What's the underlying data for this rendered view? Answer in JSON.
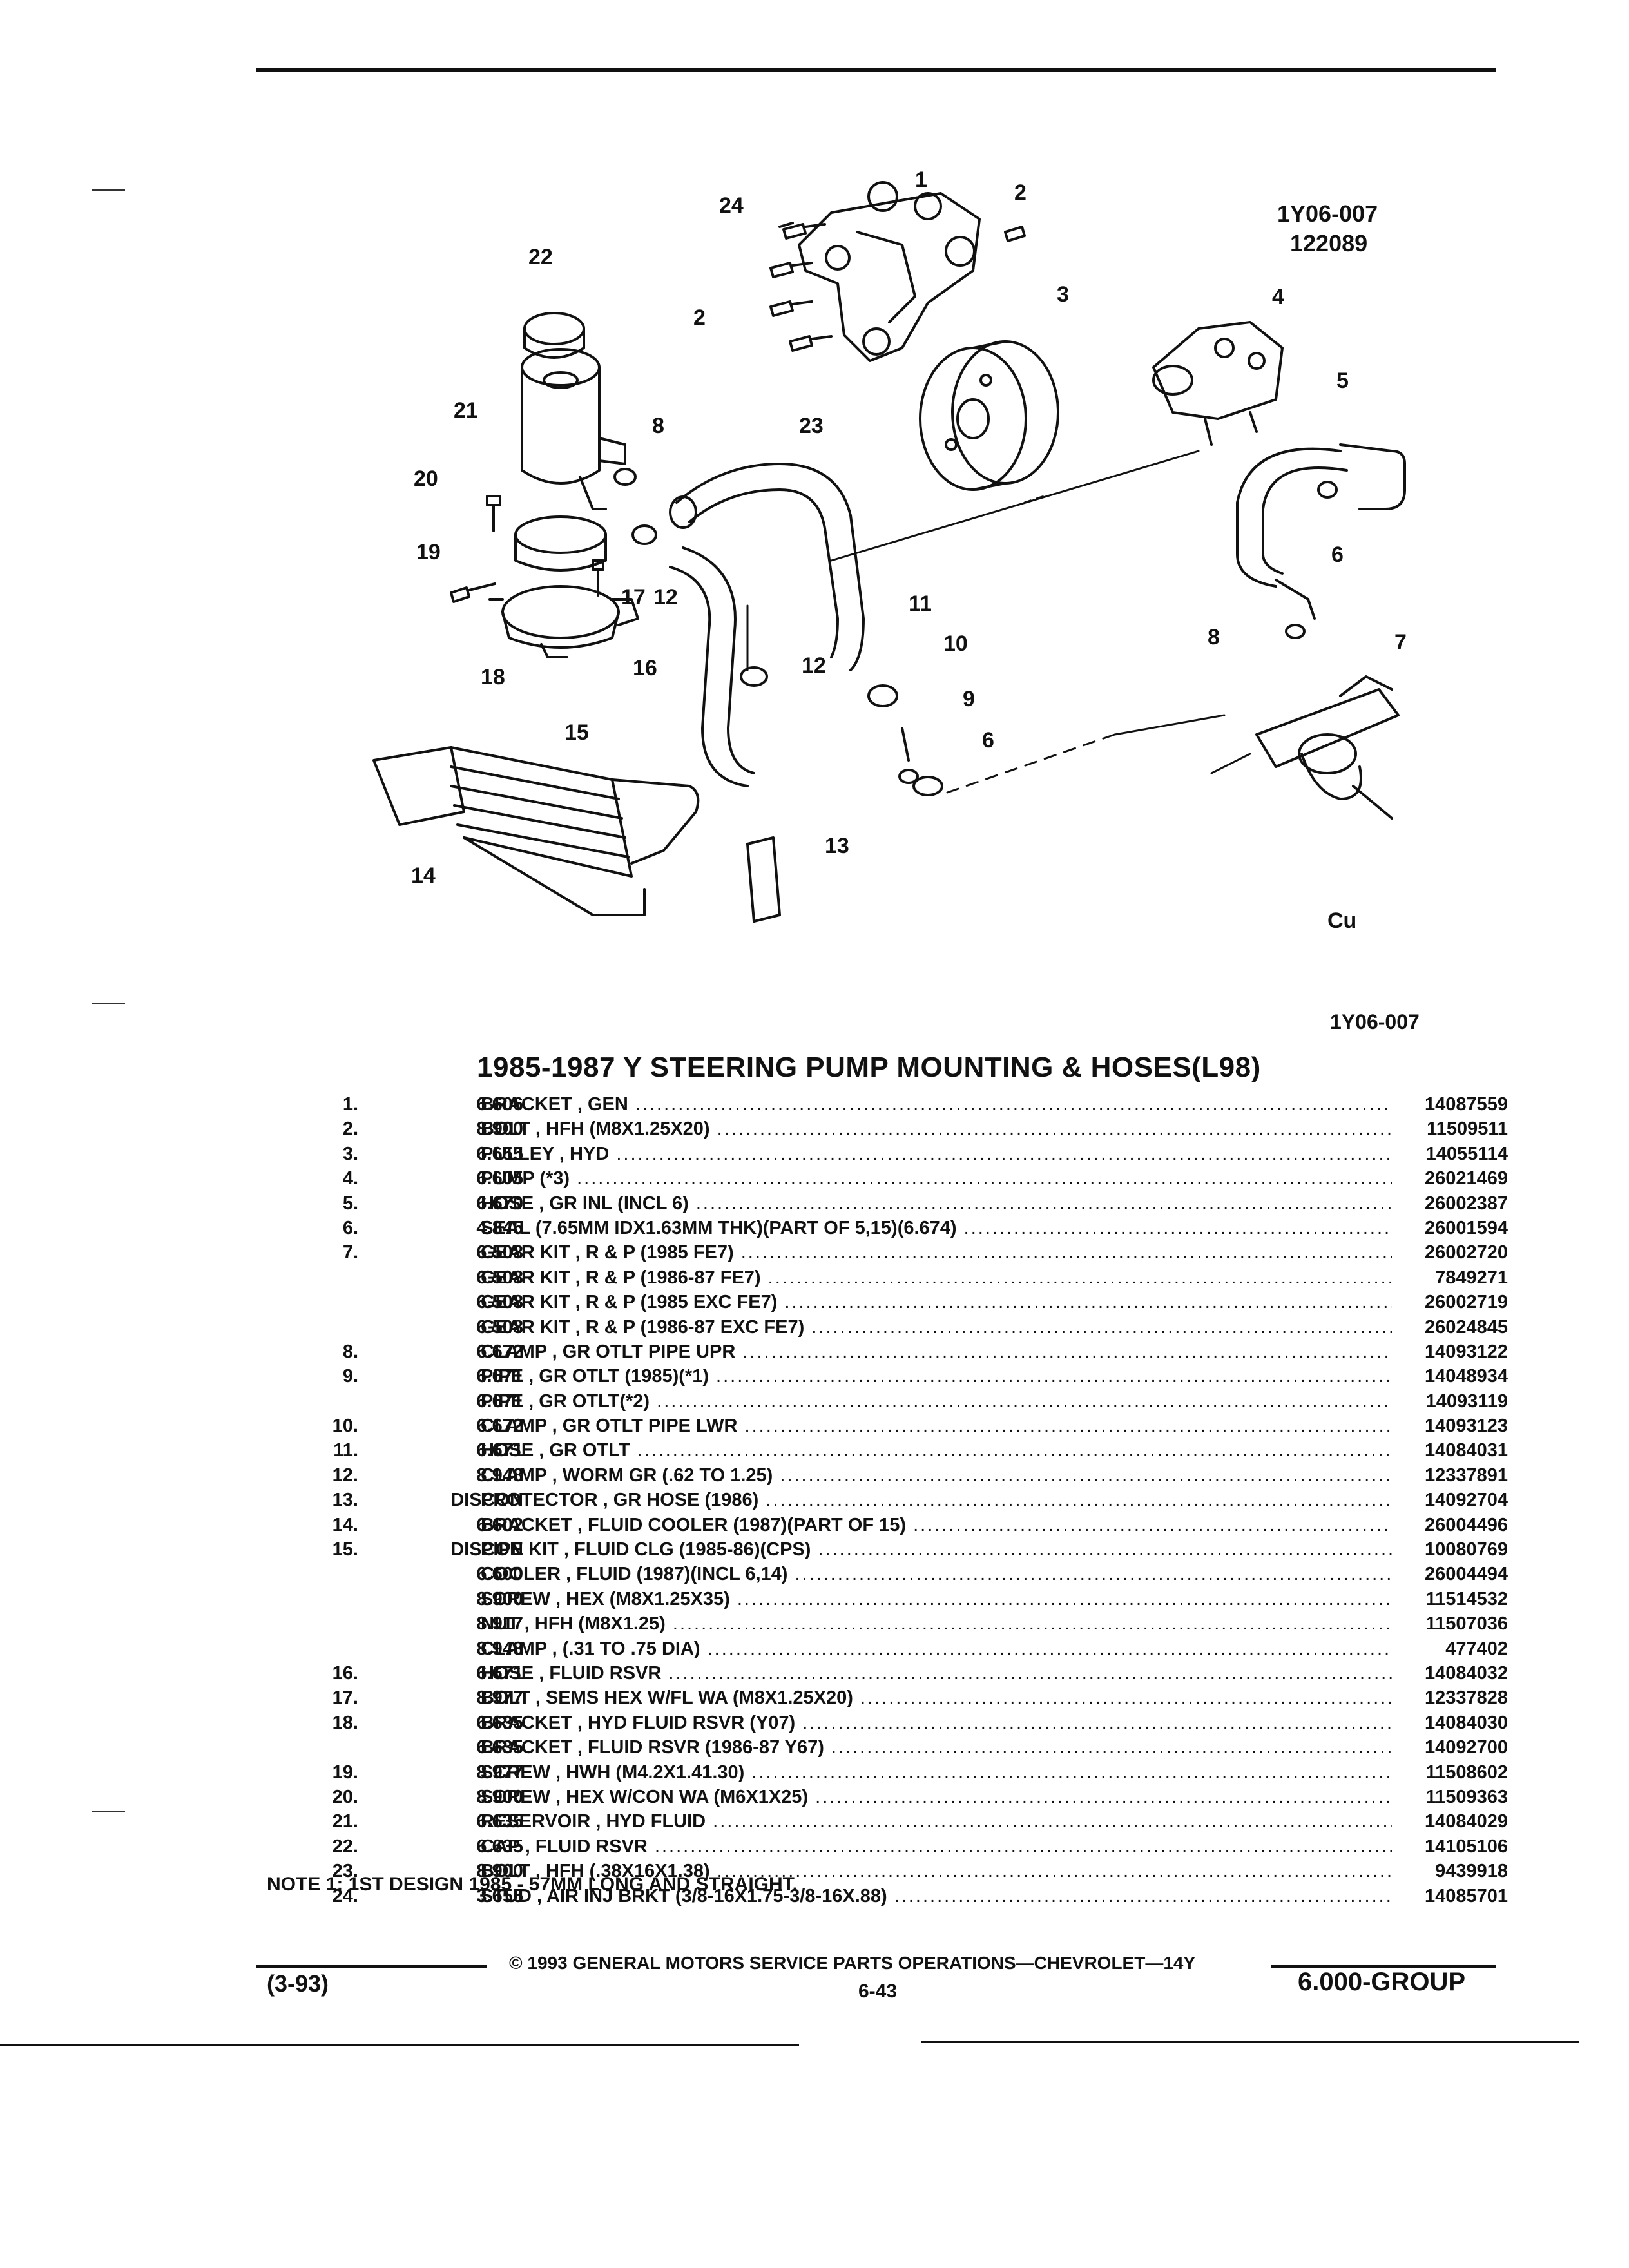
{
  "header": {
    "figure_code": "1Y06-007",
    "figure_number": "122089"
  },
  "diagram": {
    "callouts": [
      "1",
      "2",
      "2",
      "24",
      "22",
      "3",
      "4",
      "21",
      "8",
      "23",
      "5",
      "20",
      "19",
      "17",
      "12",
      "18",
      "16",
      "11",
      "10",
      "12",
      "6",
      "8",
      "7",
      "9",
      "6",
      "15",
      "13",
      "14"
    ],
    "trademark": "Cu"
  },
  "figure_label": "1Y06-007",
  "title": "1985-1987 Y STEERING PUMP MOUNTING & HOSES(L98)",
  "parts": [
    {
      "item": "1.",
      "group": "6.606",
      "desc": "BRACKET , GEN",
      "pn": "14087559"
    },
    {
      "item": "2.",
      "group": "8.900",
      "desc": "BOLT , HFH (M8X1.25X20)",
      "pn": "11509511"
    },
    {
      "item": "3.",
      "group": "6.655",
      "desc": "PULLEY , HYD",
      "pn": "14055114"
    },
    {
      "item": "4.",
      "group": "6.605",
      "desc": "PUMP (*3)",
      "pn": "26021469"
    },
    {
      "item": "5.",
      "group": "6.670",
      "desc": "HOSE , GR INL (INCL 6)",
      "pn": "26002387"
    },
    {
      "item": "6.",
      "group": "4.845",
      "desc": "SEAL (7.65MM IDX1.63MM THK)(PART OF 5,15)(6.674)",
      "pn": "26001594"
    },
    {
      "item": "7.",
      "group": "6.508",
      "desc": "GEAR KIT , R & P (1985 FE7)",
      "pn": "26002720"
    },
    {
      "item": "",
      "group": "6.508",
      "desc": "GEAR KIT , R & P (1986-87 FE7)",
      "pn": "7849271"
    },
    {
      "item": "",
      "group": "6.508",
      "desc": "GEAR KIT , R & P (1985 EXC FE7)",
      "pn": "26002719"
    },
    {
      "item": "",
      "group": "6.508",
      "desc": "GEAR KIT , R & P (1986-87 EXC FE7)",
      "pn": "26024845"
    },
    {
      "item": "8.",
      "group": "6.672",
      "desc": "CLAMP , GR OTLT PIPE UPR",
      "pn": "14093122"
    },
    {
      "item": "9.",
      "group": "6.671",
      "desc": "PIPE , GR OTLT (1985)(*1)",
      "pn": "14048934"
    },
    {
      "item": "",
      "group": "6.671",
      "desc": "PIPE , GR OTLT(*2)",
      "pn": "14093119"
    },
    {
      "item": "10.",
      "group": "6.672",
      "desc": "CLAMP , GR OTLT PIPE LWR",
      "pn": "14093123"
    },
    {
      "item": "11.",
      "group": "6.671",
      "desc": "HOSE , GR OTLT",
      "pn": "14084031"
    },
    {
      "item": "12.",
      "group": "8.948",
      "desc": "CLAMP , WORM GR (.62 TO 1.25)",
      "pn": "12337891"
    },
    {
      "item": "13.",
      "group": "DISCON",
      "desc": "PROTECTOR , GR HOSE (1986)",
      "pn": "14092704"
    },
    {
      "item": "14.",
      "group": "6.602",
      "desc": "BRACKET , FLUID COOLER (1987)(PART OF 15)",
      "pn": "26004496"
    },
    {
      "item": "15.",
      "group": "DISCON",
      "desc": "PIPE KIT , FLUID CLG (1985-86)(CPS)",
      "pn": "10080769"
    },
    {
      "item": "",
      "group": "6.600",
      "desc": "COOLER , FLUID (1987)(INCL 6,14)",
      "pn": "26004494"
    },
    {
      "item": "",
      "group": "8.900",
      "desc": "SCREW , HEX (M8X1.25X35)",
      "pn": "11514532"
    },
    {
      "item": "",
      "group": "8.917",
      "desc": "NUT , HFH (M8X1.25)",
      "pn": "11507036"
    },
    {
      "item": "",
      "group": "8.948",
      "desc": "CLAMP , (.31 TO .75 DIA)",
      "pn": "477402"
    },
    {
      "item": "16.",
      "group": "6.671",
      "desc": "HOSE , FLUID RSVR",
      "pn": "14084032"
    },
    {
      "item": "17.",
      "group": "8.977",
      "desc": "BOLT , SEMS HEX W/FL WA (M8X1.25X20)",
      "pn": "12337828"
    },
    {
      "item": "18.",
      "group": "6.635",
      "desc": "BRACKET , HYD FLUID RSVR (Y07)",
      "pn": "14084030"
    },
    {
      "item": "",
      "group": "6.635",
      "desc": "BRACKET , FLUID RSVR (1986-87 Y67)",
      "pn": "14092700"
    },
    {
      "item": "19.",
      "group": "8.977",
      "desc": "SCREW , HWH (M4.2X1.41.30)",
      "pn": "11508602"
    },
    {
      "item": "20.",
      "group": "8.900",
      "desc": "SCREW , HEX W/CON WA (M6X1X25)",
      "pn": "11509363"
    },
    {
      "item": "21.",
      "group": "6.635",
      "desc": "RESERVOIR , HYD FLUID",
      "pn": "14084029"
    },
    {
      "item": "22.",
      "group": "6.635",
      "desc": "CAP , FLUID RSVR",
      "pn": "14105106"
    },
    {
      "item": "23.",
      "group": "8.900",
      "desc": "BOLT , HFH (.38X16X1.38)",
      "pn": "9439918"
    },
    {
      "item": "24.",
      "group": "3.655",
      "desc": "STUD , AIR INJ BRKT (3/8-16X1.75-3/8-16X.88)",
      "pn": "14085701"
    }
  ],
  "note": "NOTE  1:  1ST DESIGN 1985 - 57MM LONG AND STRAIGHT.",
  "footer": {
    "copyright": "© 1993 GENERAL MOTORS SERVICE PARTS OPERATIONS—CHEVROLET—14Y",
    "date": "(3-93)",
    "page": "6-43",
    "group": "6.000-GROUP"
  }
}
